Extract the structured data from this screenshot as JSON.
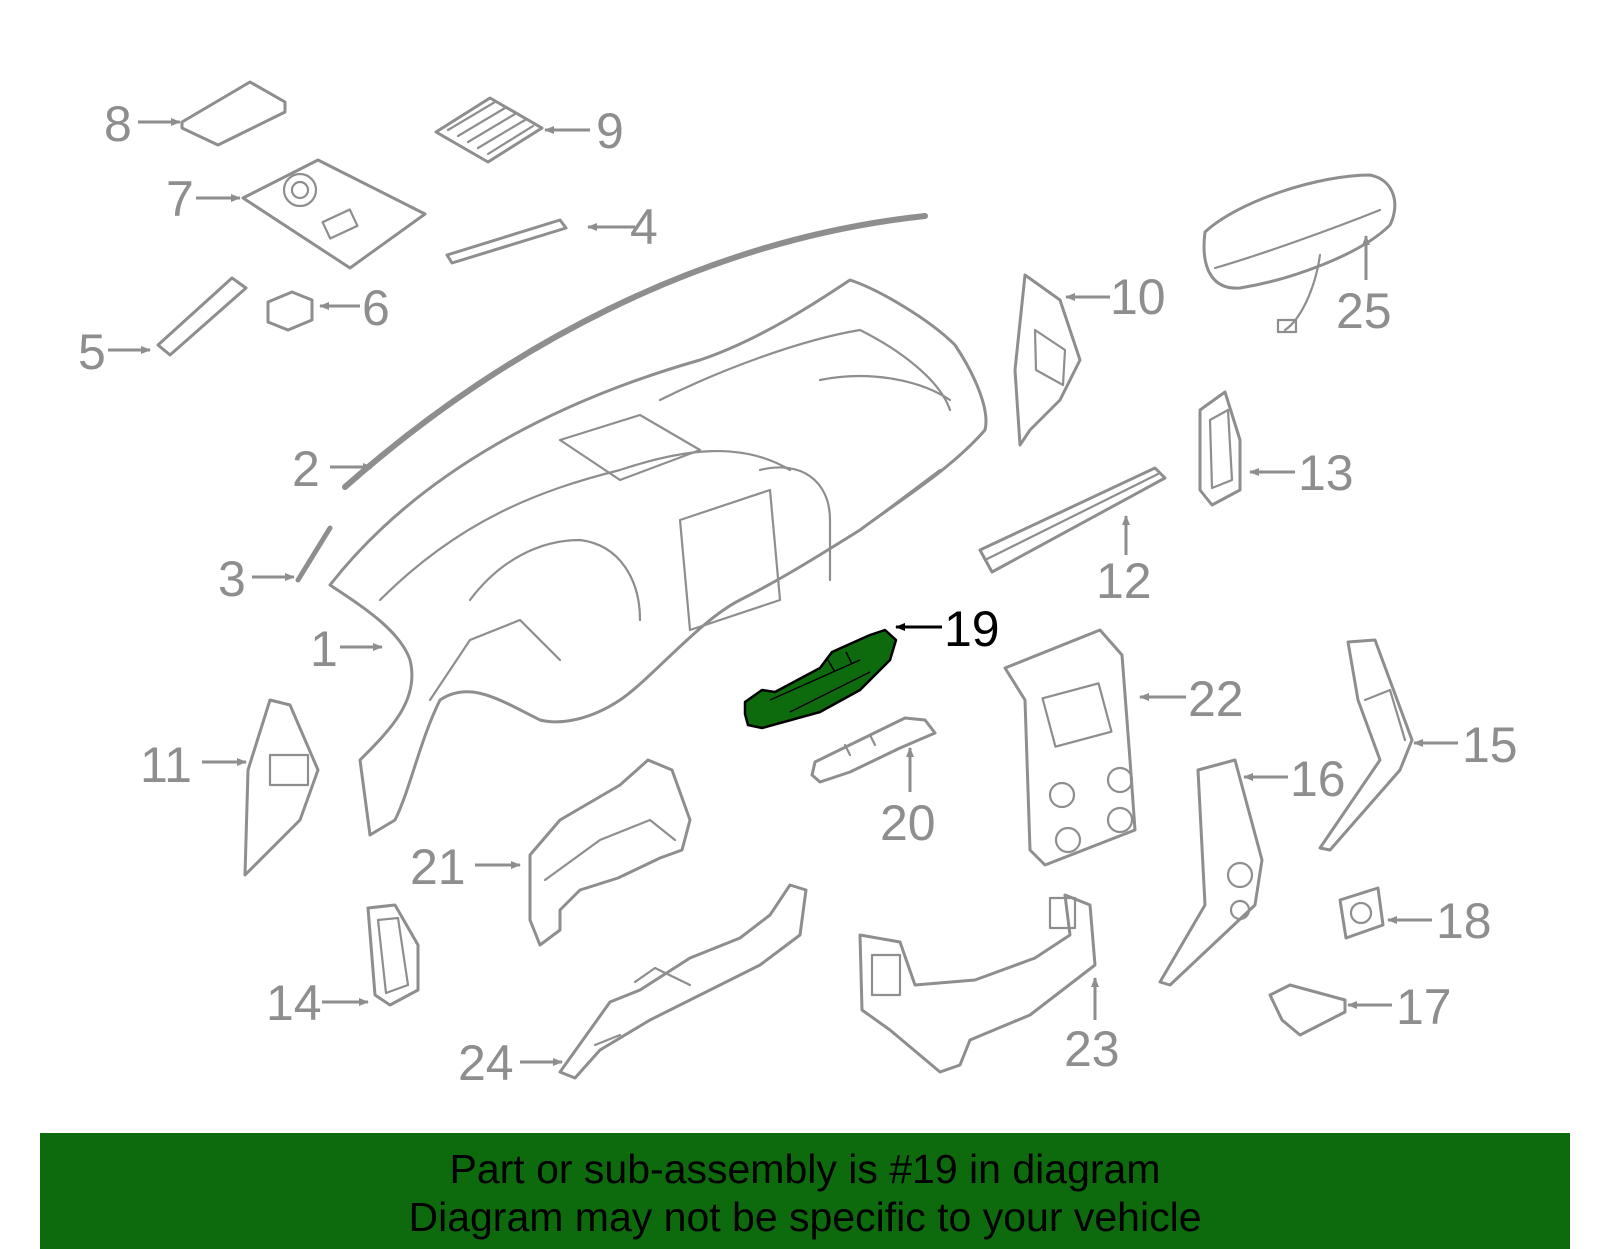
{
  "diagram": {
    "highlight_color": "#0d6a0d",
    "line_color": "#8e8e8e",
    "highlighted_callout": "19",
    "callouts": [
      "1",
      "2",
      "3",
      "4",
      "5",
      "6",
      "7",
      "8",
      "9",
      "10",
      "11",
      "12",
      "13",
      "14",
      "15",
      "16",
      "17",
      "18",
      "19",
      "20",
      "21",
      "22",
      "23",
      "24",
      "25"
    ]
  },
  "banner": {
    "line1": "Part or sub-assembly is #19 in diagram",
    "line2": "Diagram may not be specific to your vehicle"
  }
}
